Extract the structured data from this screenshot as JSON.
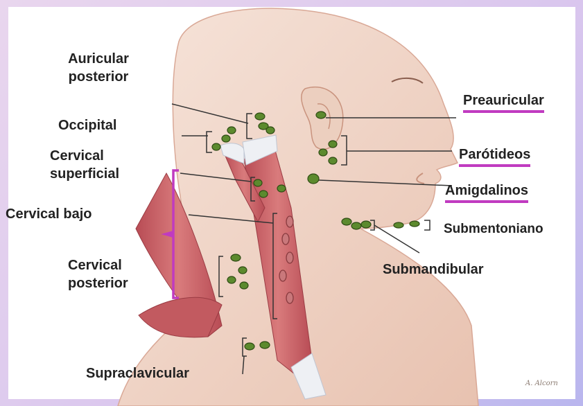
{
  "labels": {
    "auricular_posterior_1": "Auricular",
    "auricular_posterior_2": "posterior",
    "occipital": "Occipital",
    "cervical_superficial_1": "Cervical",
    "cervical_superficial_2": "superficial",
    "cervical_bajo": "Cervical bajo",
    "cervical_posterior_1": "Cervical",
    "cervical_posterior_2": "posterior",
    "supraclavicular": "Supraclavicular",
    "preauricular": "Preauricular",
    "parotideos": "Parótideos",
    "amigdalinos": "Amigdalinos",
    "submentoniano": "Submentoniano",
    "submandibular": "Submandibular"
  },
  "colors": {
    "highlight": "#c03bc0",
    "node_fill": "#5c8a2e",
    "skin": "#f1d6c8",
    "muscle": "#c9656a"
  },
  "signature_text": "A. Alcorn"
}
